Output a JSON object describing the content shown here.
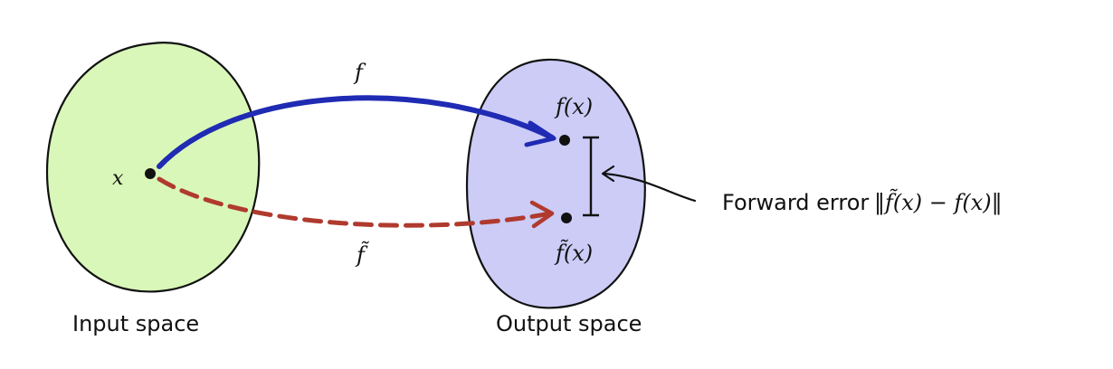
{
  "colors": {
    "input_fill": "#d9f7b9",
    "output_fill": "#ccccf7",
    "outline": "#111111",
    "f_arrow": "#1f2bb3",
    "f_tilde_arrow": "#b03a2e"
  },
  "labels": {
    "input_point": "x",
    "input_space": "Input space",
    "output_space": "Output space",
    "f": "f",
    "f_tilde": "f̃",
    "f_of_x": "f(x)",
    "f_tilde_of_x": "f̃(x)",
    "forward_error_text": "Forward error",
    "forward_error_formula": "‖f̃(x) − f(x)‖"
  }
}
